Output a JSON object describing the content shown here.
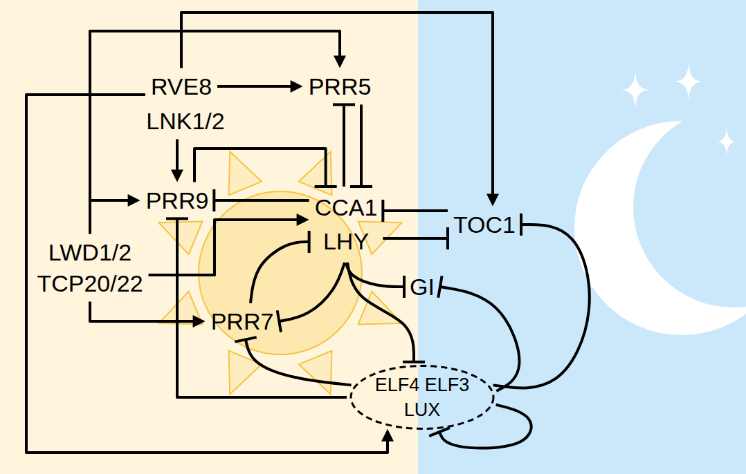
{
  "diagram": {
    "nodes": [
      {
        "text": [
          "RVE8"
        ]
      },
      {
        "text": [
          "PRR5"
        ]
      },
      {
        "text": [
          "LNK1/2"
        ]
      },
      {
        "text": [
          "PRR9"
        ]
      },
      {
        "text": [
          "CCA1",
          "LHY"
        ]
      },
      {
        "text": [
          "TOC1"
        ]
      },
      {
        "text": [
          "LWD1/2"
        ]
      },
      {
        "text": [
          "TCP20/22"
        ]
      },
      {
        "text": [
          "GI"
        ]
      },
      {
        "text": [
          "PRR7"
        ]
      },
      {
        "text": [
          "ELF4 ELF3 LUX"
        ]
      }
    ],
    "edges": [
      {
        "from": 0,
        "to": 1,
        "arrow": "to"
      },
      {
        "from": 0,
        "to": 5,
        "arrow": "to"
      },
      {
        "from": 0,
        "to": 10,
        "arrow": "to"
      },
      {
        "from": 2,
        "to": 3,
        "arrow": "to"
      },
      {
        "from": 6,
        "to": 1,
        "arrow": "to"
      },
      {
        "from": 6,
        "to": 3,
        "arrow": "to"
      },
      {
        "from": 7,
        "to": 4,
        "arrow": "to"
      },
      {
        "from": 7,
        "to": 9,
        "arrow": "to"
      },
      {
        "from": 3,
        "to": 4,
        "arrow": "to"
      },
      {
        "from": 4,
        "to": 3,
        "arrow": "to"
      },
      {
        "from": 4,
        "to": 1,
        "arrow": "to"
      },
      {
        "from": 1,
        "to": 4,
        "arrow": "to"
      },
      {
        "from": 5,
        "to": 4,
        "arrow": "to"
      },
      {
        "from": 4,
        "to": 5,
        "arrow": "to"
      },
      {
        "from": 4,
        "to": 8,
        "arrow": "to"
      },
      {
        "from": 4,
        "to": 10,
        "arrow": "to"
      },
      {
        "from": 4,
        "to": 9,
        "arrow": "to"
      },
      {
        "from": 9,
        "to": 4,
        "arrow": "to"
      },
      {
        "from": 10,
        "to": 9,
        "arrow": "to"
      },
      {
        "from": 10,
        "to": 3,
        "arrow": "to"
      },
      {
        "from": 10,
        "to": 8,
        "arrow": "to"
      },
      {
        "from": 10,
        "to": 5,
        "arrow": "to"
      },
      {
        "from": 10,
        "to": 10,
        "arrow": "to"
      }
    ]
  }
}
